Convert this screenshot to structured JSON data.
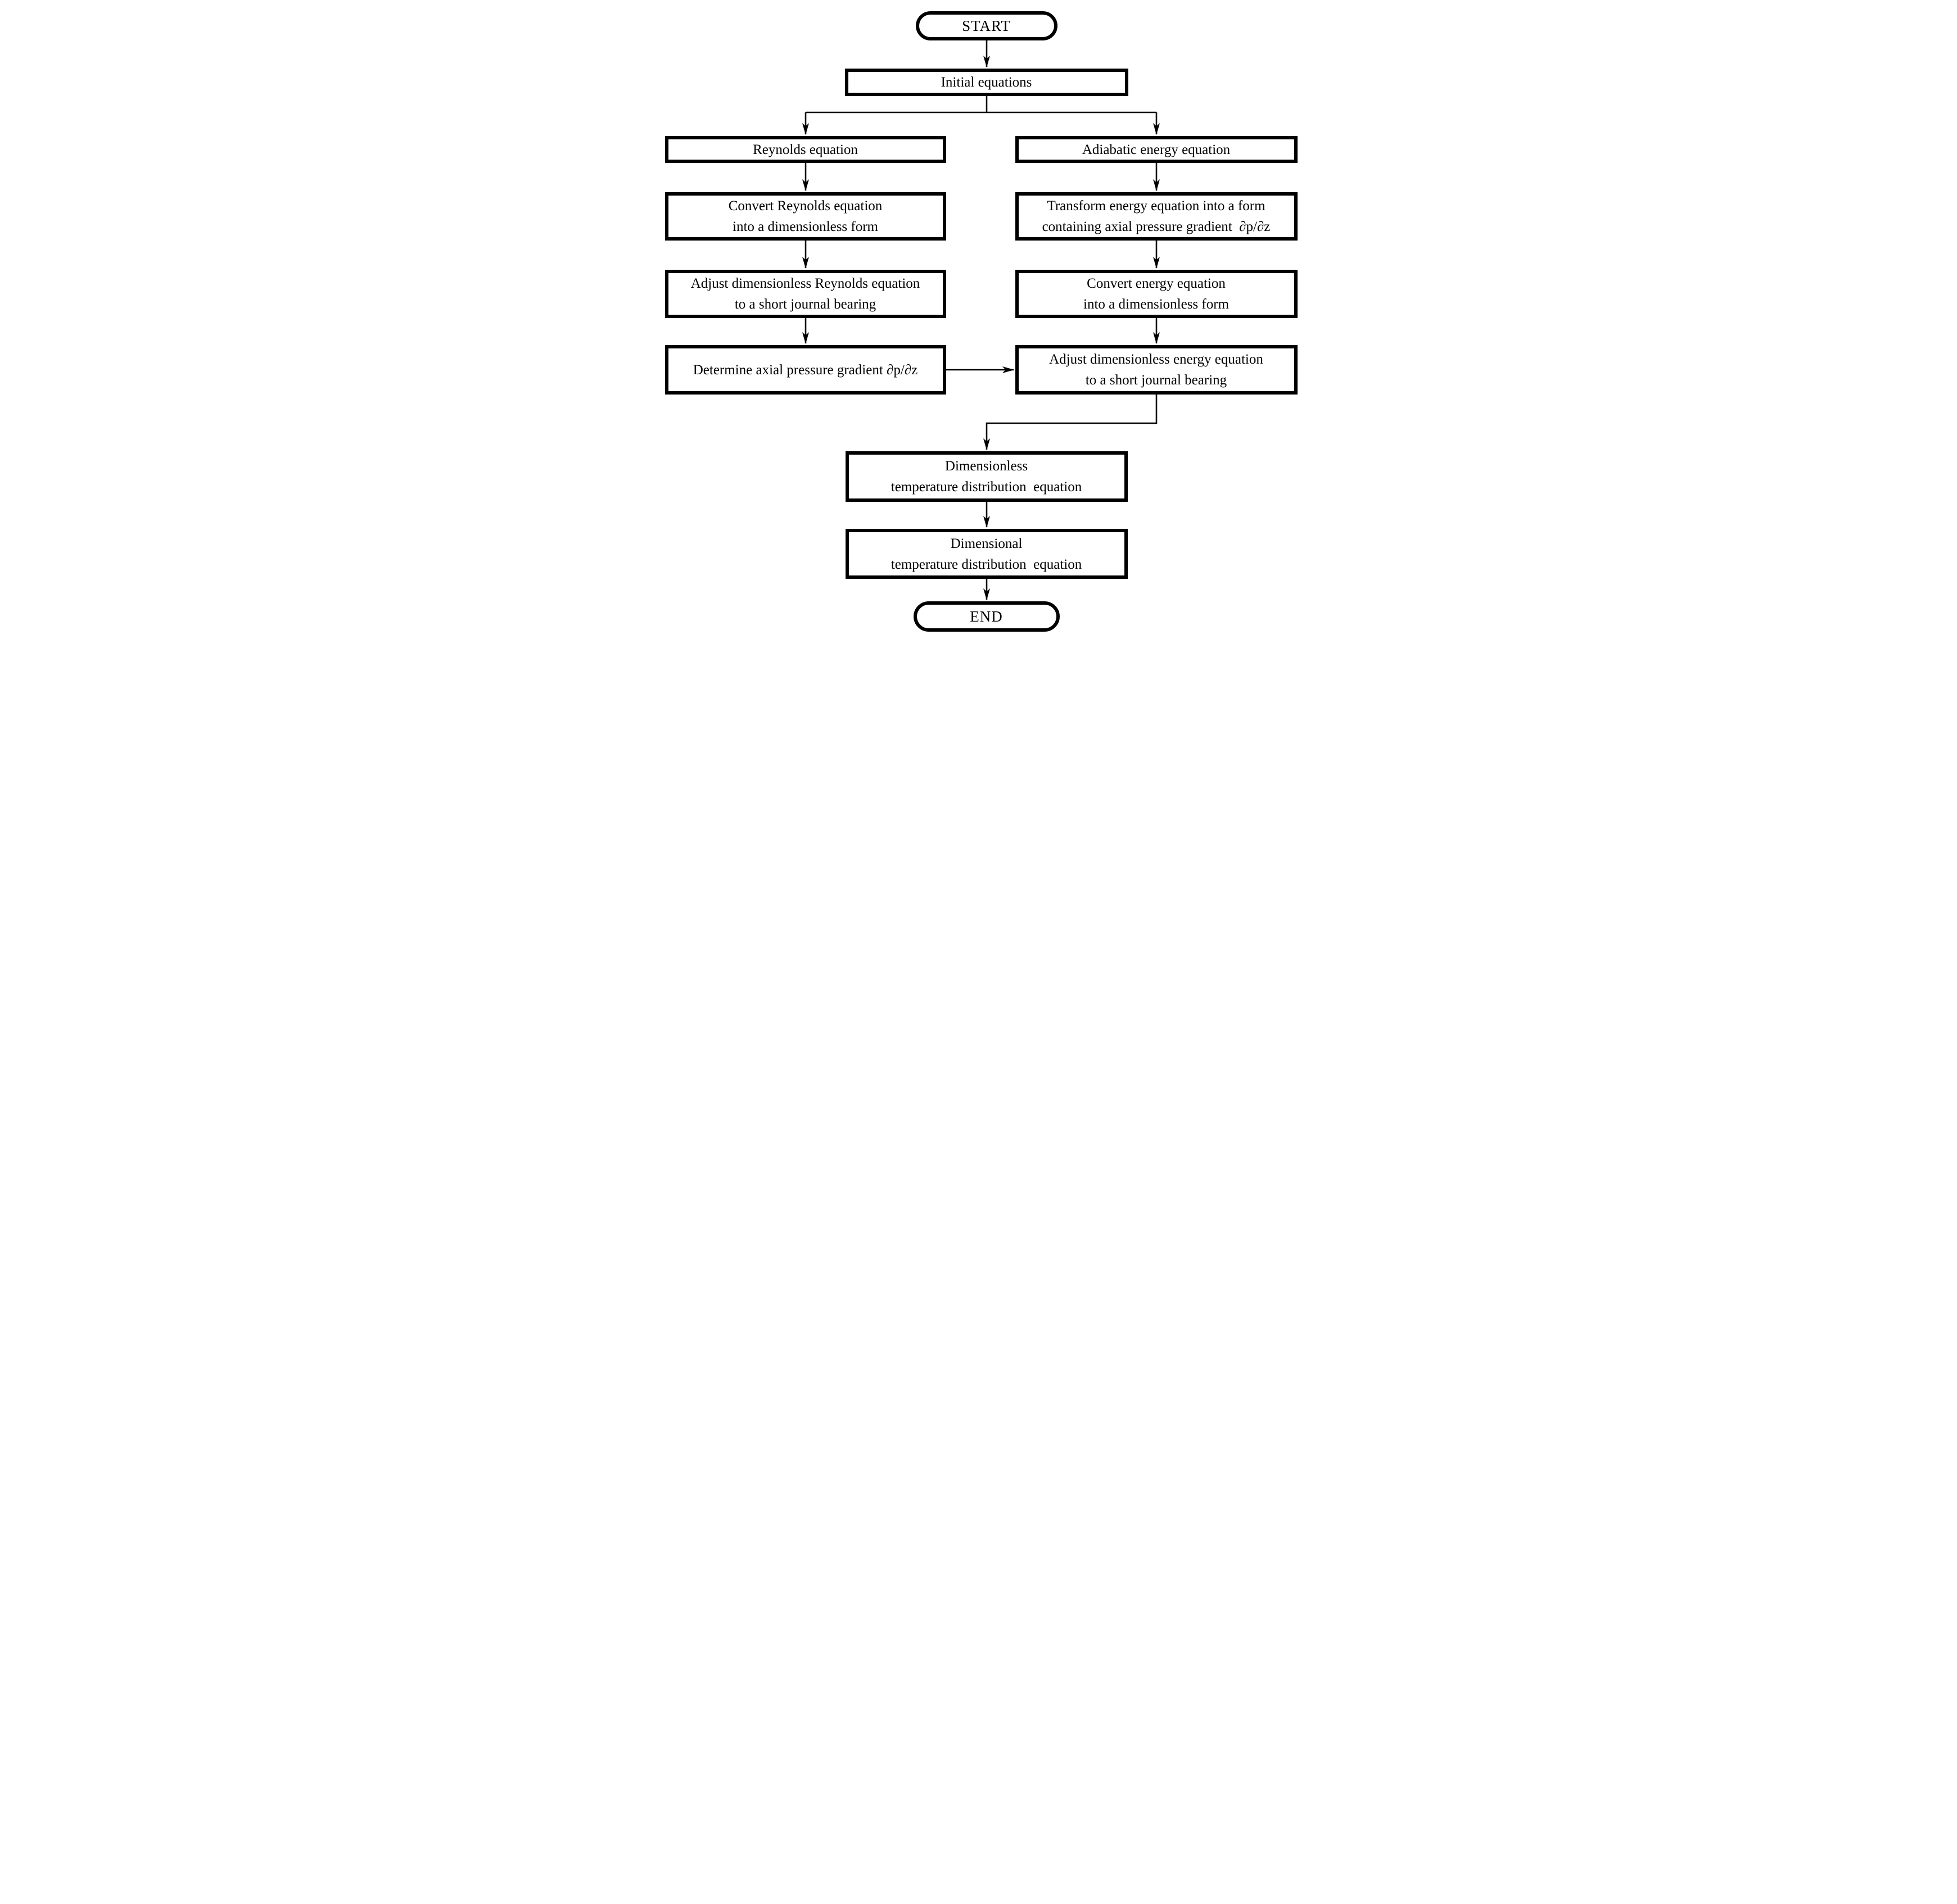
{
  "flowchart": {
    "nodes": {
      "start": {
        "label": "START"
      },
      "initial": {
        "label": "Initial equations"
      },
      "reynolds": {
        "label": "Reynolds equation"
      },
      "adiabatic": {
        "label": "Adiabatic energy equation"
      },
      "convert_reynolds": {
        "line1": "Convert Reynolds equation",
        "line2": "into a dimensionless form"
      },
      "transform_energy": {
        "line1": "Transform energy equation into a form",
        "line2": "containing axial pressure gradient  ∂p/∂z"
      },
      "adjust_reynolds": {
        "line1": "Adjust dimensionless Reynolds equation",
        "line2": "to a short journal bearing"
      },
      "convert_energy": {
        "line1": "Convert energy equation",
        "line2": "into a dimensionless form"
      },
      "determine_gradient": {
        "label": "Determine axial pressure gradient ∂p/∂z"
      },
      "adjust_energy": {
        "line1": "Adjust dimensionless energy equation",
        "line2": "to a short journal bearing"
      },
      "dimensionless_temp": {
        "line1": "Dimensionless",
        "line2": "temperature distribution  equation"
      },
      "dimensional_temp": {
        "line1": "Dimensional",
        "line2": "temperature distribution  equation"
      },
      "end": {
        "label": "END"
      }
    },
    "colors": {
      "line": "#000000",
      "box_border": "#000000",
      "box_fill": "#ffffff",
      "background": "#ffffff"
    }
  }
}
